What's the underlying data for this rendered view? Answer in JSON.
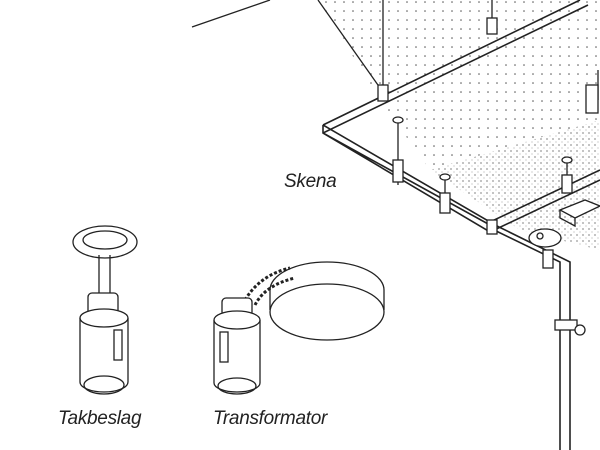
{
  "labels": {
    "rail": "Skena",
    "ceiling_mount": "Takbeslag",
    "transformer": "Transformator"
  },
  "colors": {
    "line": "#222222",
    "background": "#ffffff",
    "dots": "#555555"
  }
}
